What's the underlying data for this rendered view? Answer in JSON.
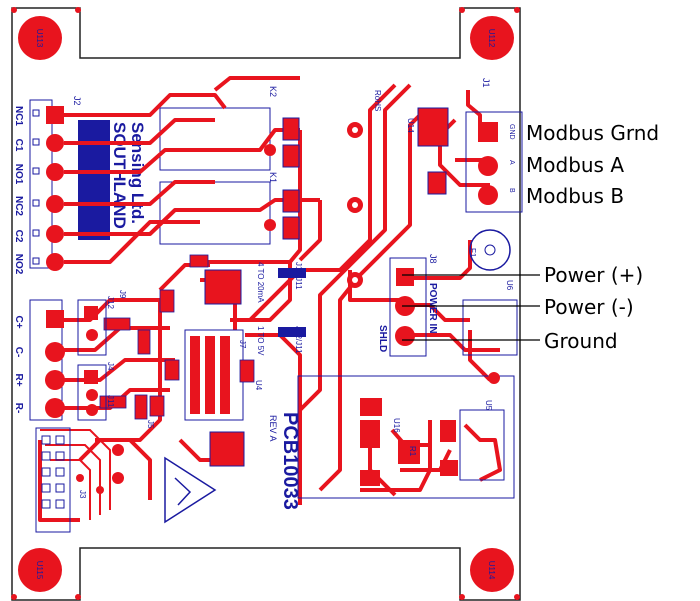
{
  "callouts": {
    "modbus_grnd": "Modbus Grnd",
    "modbus_a": "Modbus A",
    "modbus_b": "Modbus B",
    "power_pos": "Power (+)",
    "power_neg": "Power (-)",
    "ground": "Ground"
  },
  "silkscreen": {
    "logo_line1": "SOUTHLAND",
    "logo_line2": "Sensing Ltd.",
    "board_id": "PCB10033",
    "rev": "REV A",
    "power_in": "POWER IN",
    "shld": "SHLD",
    "jumper_420": "4 TO 20mA",
    "jumper_15": "1 TO 5V",
    "j12_j11": "J12/J11",
    "rohs": "RoHS",
    "relay_pins": [
      "NC1",
      "C1",
      "NO1",
      "NC2",
      "C2",
      "NO2"
    ],
    "rs485_pins": [
      "C+",
      "C-",
      "R+",
      "R-"
    ],
    "mount_holes": [
      "U113",
      "U112",
      "U115",
      "U114"
    ],
    "refs": [
      "J2",
      "K2",
      "K1",
      "J1",
      "U14",
      "J8",
      "F1",
      "U6",
      "U5",
      "U4",
      "U16",
      "J12",
      "J11",
      "J4",
      "J5",
      "J7",
      "J3",
      "J9",
      "R1"
    ],
    "gnd_label": "GND",
    "a_label": "A",
    "b_label": "B"
  },
  "colors": {
    "trace": "#e8141e",
    "silk": "#1a1aa0",
    "board_bg": "#ffffff"
  }
}
